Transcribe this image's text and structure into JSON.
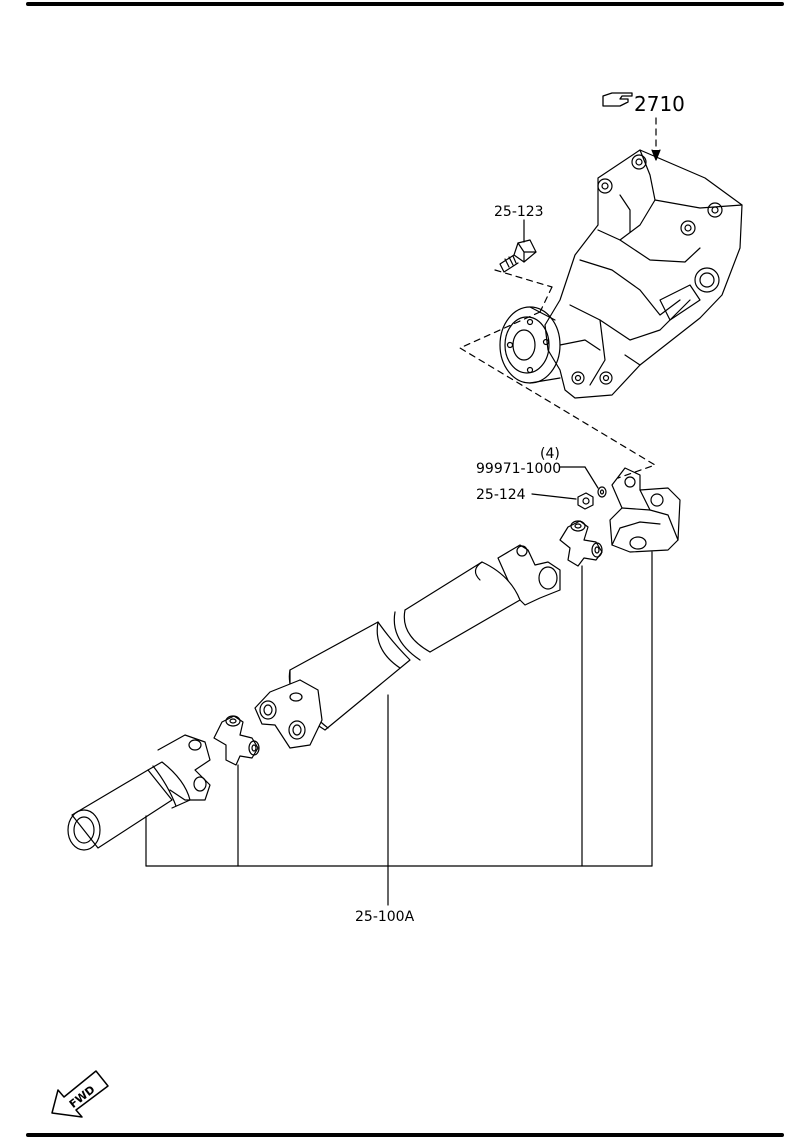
{
  "callouts": {
    "ref_2710": "2710",
    "bolt": "25-123",
    "washer_qty": "(4)",
    "washer": "99971-1000",
    "nut": "25-124",
    "assembly": "25-100A"
  },
  "fwd_label": "FWD",
  "icons": {
    "reference": "pointing-hand-icon",
    "direction": "forward-arrow-icon"
  },
  "colors": {
    "line": "#000000",
    "background": "#ffffff"
  }
}
